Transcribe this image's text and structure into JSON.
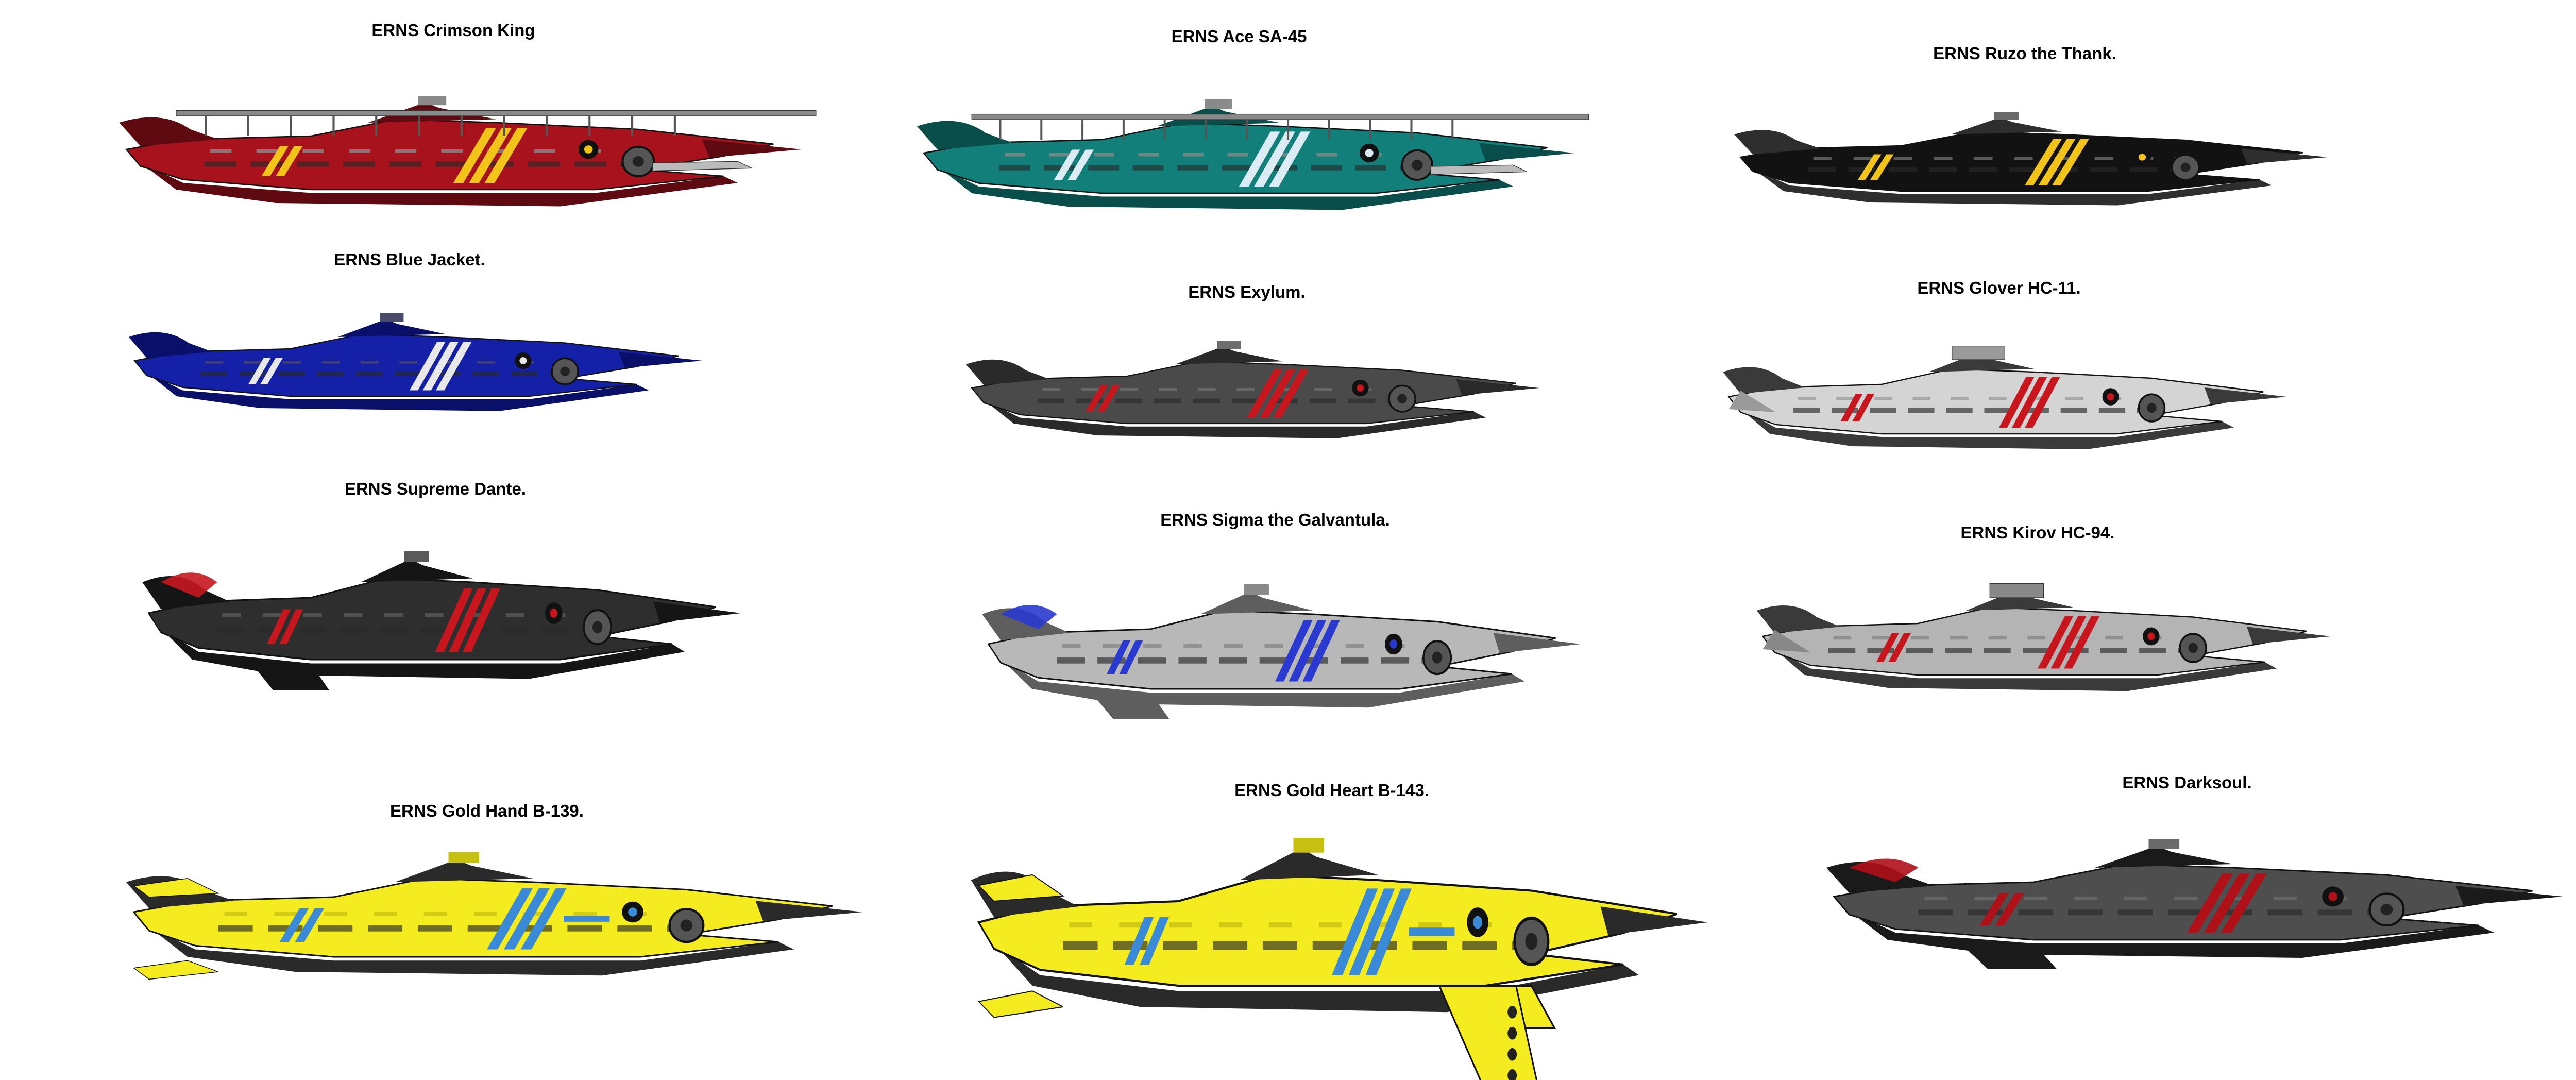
{
  "ships": [
    {
      "name": "ERNS Crimson King",
      "variant": "destroyer",
      "colors": {
        "hull": "#a8121c",
        "dark": "#5e0a10",
        "accent": "#f2c318",
        "deck": "#8a8a8a"
      }
    },
    {
      "name": "ERNS Ace SA-45",
      "variant": "destroyer",
      "colors": {
        "hull": "#127f7b",
        "dark": "#0a4e4b",
        "accent": "#dcecf4",
        "deck": "#8a8a8a"
      }
    },
    {
      "name": "ERNS Ruzo the Thank.",
      "variant": "cruiser",
      "colors": {
        "hull": "#121212",
        "dark": "#2e2e2e",
        "accent": "#f2c318",
        "deck": "#6a6a6a"
      }
    },
    {
      "name": "ERNS Blue Jacket.",
      "variant": "cruiser",
      "colors": {
        "hull": "#1420a8",
        "dark": "#0a106a",
        "accent": "#e8e8e8",
        "deck": "#4a4a6a"
      }
    },
    {
      "name": "ERNS Exylum.",
      "variant": "cruiser",
      "colors": {
        "hull": "#4a4a4a",
        "dark": "#2a2a2a",
        "accent": "#c8161e",
        "deck": "#6e6e6e"
      }
    },
    {
      "name": "ERNS Glover HC-11.",
      "variant": "carrier",
      "colors": {
        "hull": "#d4d4d4",
        "dark": "#3a3a3a",
        "accent": "#c8161e",
        "deck": "#9a9a9a"
      }
    },
    {
      "name": "ERNS Supreme Dante.",
      "variant": "battleship",
      "colors": {
        "hull": "#2e2e2e",
        "dark": "#151515",
        "accent": "#c8161e",
        "deck": "#5a5a5a"
      }
    },
    {
      "name": "ERNS Sigma the Galvantula.",
      "variant": "battleship",
      "colors": {
        "hull": "#b8b8b8",
        "dark": "#5e5e5e",
        "accent": "#2a3ad0",
        "deck": "#8a8a8a"
      }
    },
    {
      "name": "ERNS Kirov HC-94.",
      "variant": "carrier",
      "colors": {
        "hull": "#b4b4b4",
        "dark": "#3a3a3a",
        "accent": "#c8161e",
        "deck": "#888888"
      }
    },
    {
      "name": "ERNS Gold Hand B-139.",
      "variant": "dreadnought",
      "colors": {
        "hull": "#f4ec1e",
        "dark": "#2a2a2a",
        "accent": "#3a8ad8",
        "deck": "#c8c010"
      }
    },
    {
      "name": "ERNS Gold Heart B-143.",
      "variant": "dreadnought-keel",
      "colors": {
        "hull": "#f4ec1e",
        "dark": "#2a2a2a",
        "accent": "#3a8ad8",
        "deck": "#c8c010"
      }
    },
    {
      "name": "ERNS Darksoul.",
      "variant": "battleship",
      "colors": {
        "hull": "#4e4e4e",
        "dark": "#1a1a1a",
        "accent": "#b01018",
        "deck": "#6a6a6a"
      }
    }
  ]
}
